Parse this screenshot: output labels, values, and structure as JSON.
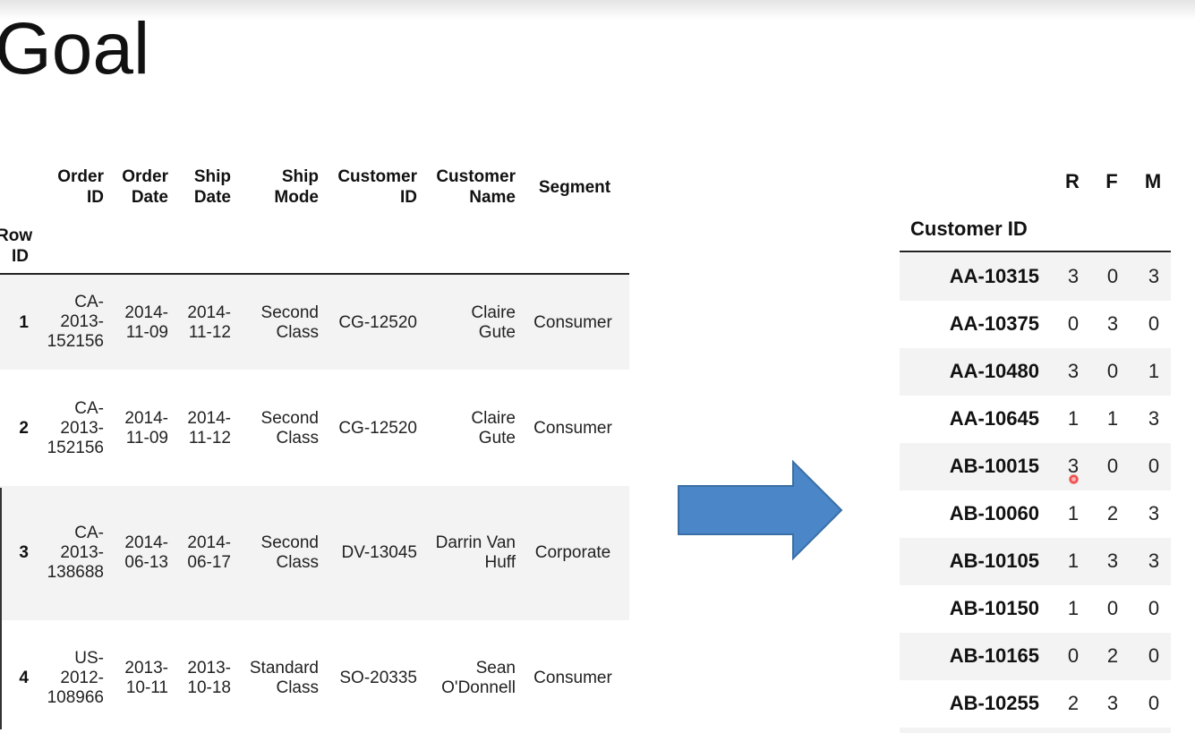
{
  "slide": {
    "title": "Goal"
  },
  "left_table": {
    "index_label": [
      "Row",
      "ID"
    ],
    "columns": [
      [
        "Order",
        "ID"
      ],
      [
        "Order",
        "Date"
      ],
      [
        "Ship",
        "Date"
      ],
      [
        "Ship",
        "Mode"
      ],
      [
        "Customer",
        "ID"
      ],
      [
        "Customer",
        "Name"
      ],
      [
        "Segment"
      ]
    ],
    "rows": [
      {
        "index": "1",
        "cells": [
          [
            "CA-",
            "2013-",
            "152156"
          ],
          [
            "2014-",
            "11-09"
          ],
          [
            "2014-",
            "11-12"
          ],
          [
            "Second",
            "Class"
          ],
          [
            "CG-12520"
          ],
          [
            "Claire",
            "Gute"
          ],
          [
            "Consumer"
          ]
        ]
      },
      {
        "index": "2",
        "cells": [
          [
            "CA-",
            "2013-",
            "152156"
          ],
          [
            "2014-",
            "11-09"
          ],
          [
            "2014-",
            "11-12"
          ],
          [
            "Second",
            "Class"
          ],
          [
            "CG-12520"
          ],
          [
            "Claire",
            "Gute"
          ],
          [
            "Consumer"
          ]
        ]
      },
      {
        "index": "3",
        "cells": [
          [
            "CA-",
            "2013-",
            "138688"
          ],
          [
            "2014-",
            "06-13"
          ],
          [
            "2014-",
            "06-17"
          ],
          [
            "Second",
            "Class"
          ],
          [
            "DV-13045"
          ],
          [
            "Darrin Van",
            "Huff"
          ],
          [
            "Corporate"
          ]
        ]
      },
      {
        "index": "4",
        "cells": [
          [
            "US-",
            "2012-",
            "108966"
          ],
          [
            "2013-",
            "10-11"
          ],
          [
            "2013-",
            "10-18"
          ],
          [
            "Standard",
            "Class"
          ],
          [
            "SO-20335"
          ],
          [
            "Sean",
            "O'Donnell"
          ],
          [
            "Consumer"
          ]
        ]
      }
    ]
  },
  "right_table": {
    "index_label": "Customer ID",
    "columns": [
      "R",
      "F",
      "M"
    ],
    "rows": [
      {
        "id": "AA-10315",
        "values": [
          "3",
          "0",
          "3"
        ]
      },
      {
        "id": "AA-10375",
        "values": [
          "0",
          "3",
          "0"
        ]
      },
      {
        "id": "AA-10480",
        "values": [
          "3",
          "0",
          "1"
        ]
      },
      {
        "id": "AA-10645",
        "values": [
          "1",
          "1",
          "3"
        ]
      },
      {
        "id": "AB-10015",
        "values": [
          "3",
          "0",
          "0"
        ]
      },
      {
        "id": "AB-10060",
        "values": [
          "1",
          "2",
          "3"
        ]
      },
      {
        "id": "AB-10105",
        "values": [
          "1",
          "3",
          "3"
        ]
      },
      {
        "id": "AB-10150",
        "values": [
          "1",
          "0",
          "0"
        ]
      },
      {
        "id": "AB-10165",
        "values": [
          "0",
          "2",
          "0"
        ]
      },
      {
        "id": "AB-10255",
        "values": [
          "2",
          "3",
          "0"
        ]
      }
    ]
  },
  "colors": {
    "arrow_fill": "#4a86c8",
    "arrow_stroke": "#3a6ea5",
    "row_shade": "#f3f3f3",
    "cursor": "#e83030"
  },
  "icons": {
    "arrow": "right-arrow-icon",
    "cursor": "cursor-icon"
  }
}
